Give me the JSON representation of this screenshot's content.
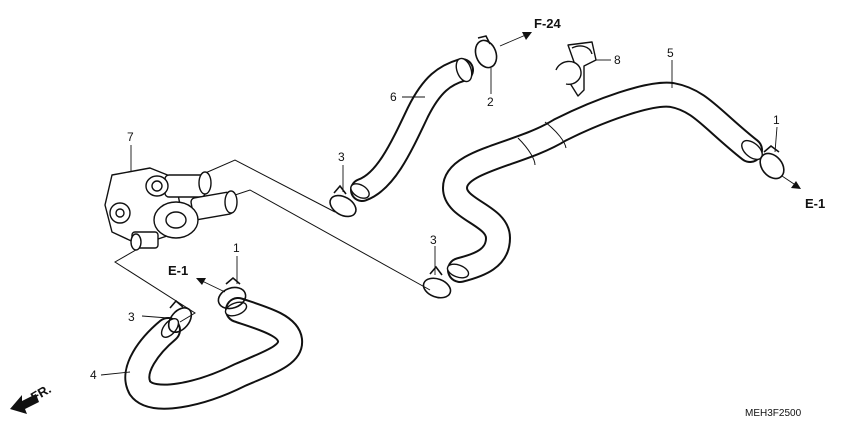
{
  "diagram": {
    "refs": {
      "f24": "F-24",
      "e1_right": "E-1",
      "e1_left": "E-1",
      "fr": "FR."
    },
    "callouts": {
      "clamp_1_right": "1",
      "clamp_1_left": "1",
      "clamp_2": "2",
      "clamp_3_upper": "3",
      "clamp_3_mid": "3",
      "clamp_3_left": "3",
      "hose_4": "4",
      "hose_5": "5",
      "hose_6": "6",
      "valve_7": "7",
      "clip_8": "8"
    },
    "figure_code": "MEH3F2500"
  }
}
